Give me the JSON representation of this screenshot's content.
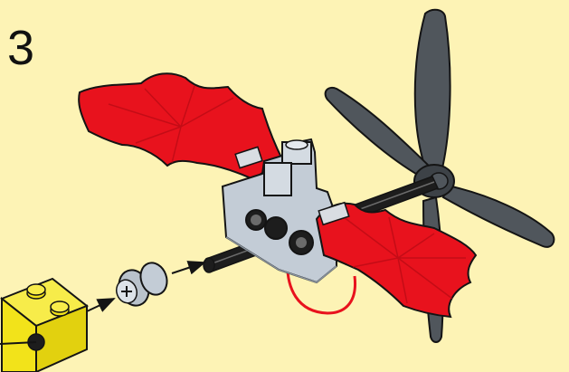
{
  "step": {
    "number": "3"
  },
  "colors": {
    "background": "#fdf3b5",
    "wing_red": "#e8121d",
    "wing_red_dark": "#b50a14",
    "propeller_gray": "#50565c",
    "brick_light_gray": "#c3ccd6",
    "axle_black": "#1d1d1d",
    "brick_yellow": "#f2e31a",
    "bush_gray": "#b9c2cb",
    "outline": "#141414"
  },
  "icons": {
    "arrows": "assembly-arrow-icon",
    "parts": [
      "propeller",
      "wing-left",
      "wing-right",
      "technic-brick-gray",
      "axle",
      "bush",
      "technic-brick-yellow",
      "tether-string"
    ]
  }
}
